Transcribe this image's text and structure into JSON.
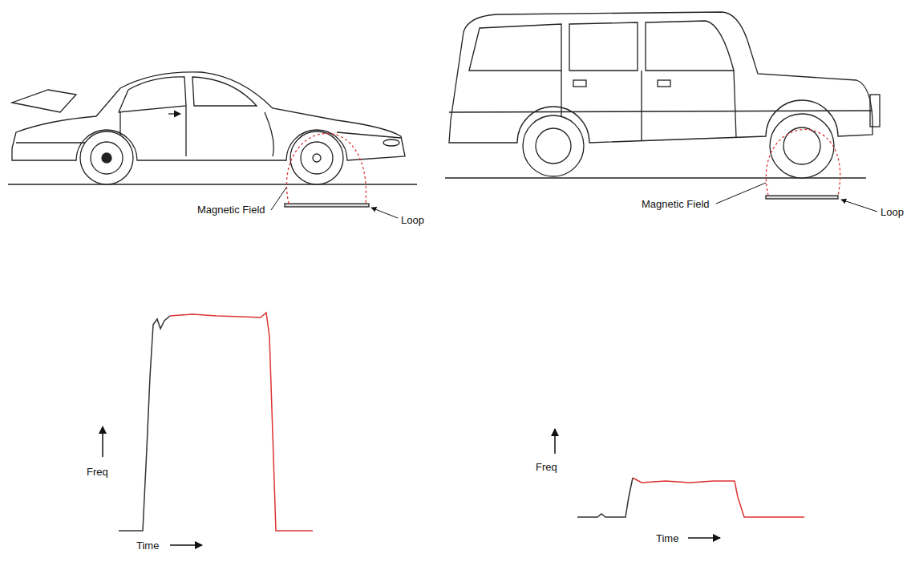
{
  "diagram": {
    "labels": [
      "Magnetic Field",
      "Loop",
      "Magnetic Field",
      "Loop",
      "Freq",
      "Time",
      "Freq",
      "Time"
    ]
  }
}
